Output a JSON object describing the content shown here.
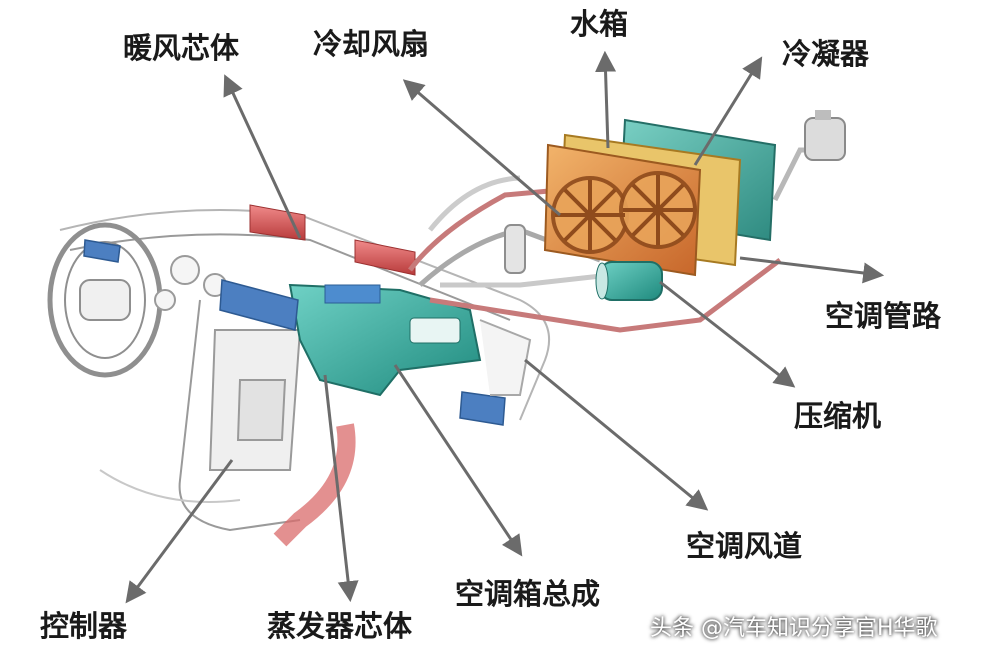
{
  "labels": {
    "heater_core": "暖风芯体",
    "cooling_fan": "冷却风扇",
    "radiator": "水箱",
    "condenser": "冷凝器",
    "ac_pipes": "空调管路",
    "compressor": "压缩机",
    "ac_duct": "空调风道",
    "ac_box_assembly": "空调箱总成",
    "evaporator_core": "蒸发器芯体",
    "controller": "控制器"
  },
  "watermark": "头条 @汽车知识分享官H华歌",
  "colors": {
    "arrow": "#6b6b6b",
    "hvac_teal": "#2fa597",
    "radiator_orange": "#d9843a",
    "condenser_teal": "#3f9e94",
    "vent_blue": "#4c7fc1",
    "heater_red": "#d5494a",
    "pipe_red": "#c77a7a"
  }
}
